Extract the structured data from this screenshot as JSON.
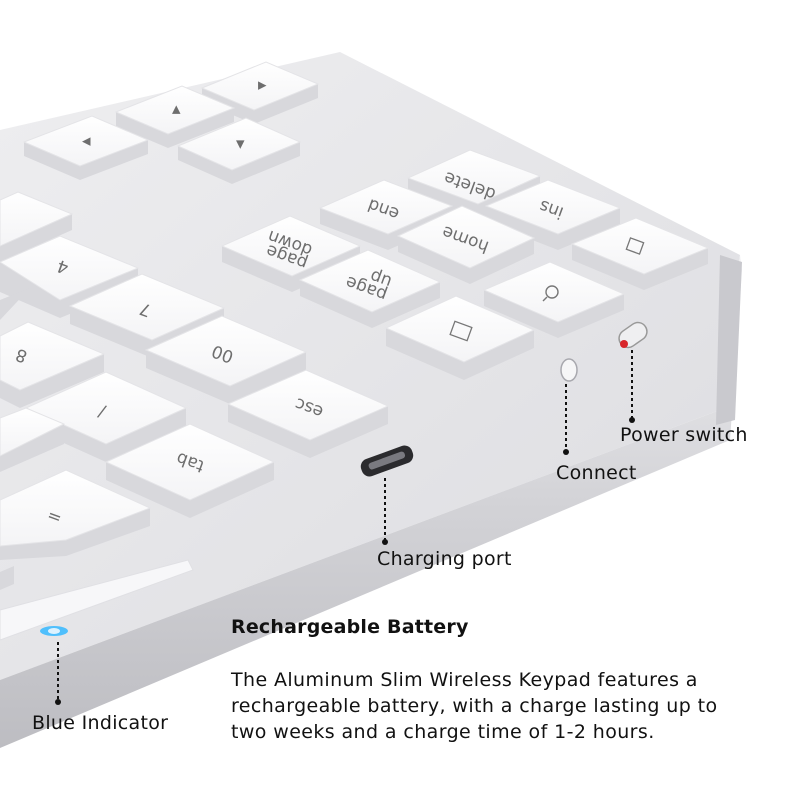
{
  "keys": {
    "delete": "delete",
    "end": "end",
    "ins": "ins",
    "page_down": "page\ndown",
    "home": "home",
    "page_up": "page\nup",
    "four": "4",
    "seven": "7",
    "eight": "8",
    "double_zero": "00",
    "slash": "/",
    "esc": "esc",
    "tab": "tab",
    "equals": "="
  },
  "callouts": {
    "power_switch": "Power switch",
    "connect": "Connect",
    "charging_port": "Charging port",
    "blue_indicator": "Blue Indicator"
  },
  "battery": {
    "title": "Rechargeable Battery",
    "description": "The Aluminum Slim Wireless Keypad features a\nrechargeable battery, with a charge lasting up to\n two weeks and a charge time of 1-2 hours."
  },
  "colors": {
    "indicator": "#35b8ff",
    "switch_red": "#d8262b"
  }
}
